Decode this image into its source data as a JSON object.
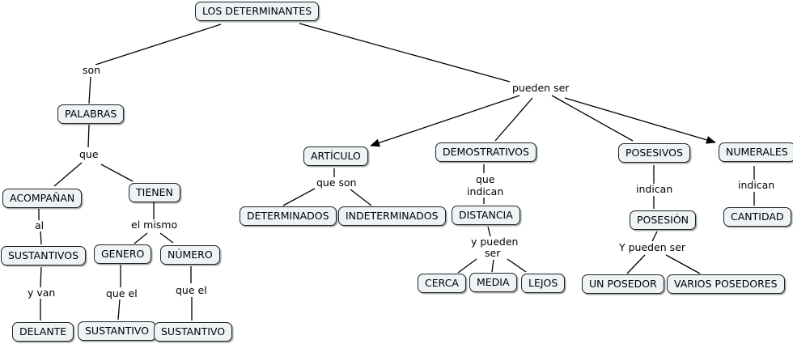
{
  "nodes": {
    "root": "LOS DETERMINANTES",
    "palabras": "PALABRAS",
    "acompanan": "ACOMPAÑAN",
    "tienen": "TIENEN",
    "sustantivos": "SUSTANTIVOS",
    "genero": "GENERO",
    "numero": "NÚMERO",
    "delante": "DELANTE",
    "sustantivo_a": "SUSTANTIVO",
    "sustantivo_b": "SUSTANTIVO",
    "articulo": "ARTÍCULO",
    "demostrativos": "DEMOSTRATIVOS",
    "posesivos": "POSESIVOS",
    "numerales": "NUMERALES",
    "determinados": "DETERMINADOS",
    "indeterminados": "INDETERMINADOS",
    "distancia": "DISTANCIA",
    "cerca": "CERCA",
    "media": "MEDIA",
    "lejos": "LEJOS",
    "posesion": "POSESIÓN",
    "un_posedor": "UN POSEDOR",
    "varios_posedores": "VARIOS POSEDORES",
    "cantidad": "CANTIDAD"
  },
  "labels": {
    "son": "son",
    "que": "que",
    "al": "al",
    "el_mismo": "el mismo",
    "y_van": "y van",
    "que_el_1": "que el",
    "que_el_2": "que el",
    "pueden_ser": "pueden ser",
    "que_son": "que son",
    "que_indican_1": "que",
    "que_indican_2": "indican",
    "y_pueden_ser_1": "y pueden",
    "y_pueden_ser_2": "ser",
    "indican_1": "indican",
    "y_pueden_ser_pos": "Y pueden ser",
    "indican_2": "indican"
  }
}
